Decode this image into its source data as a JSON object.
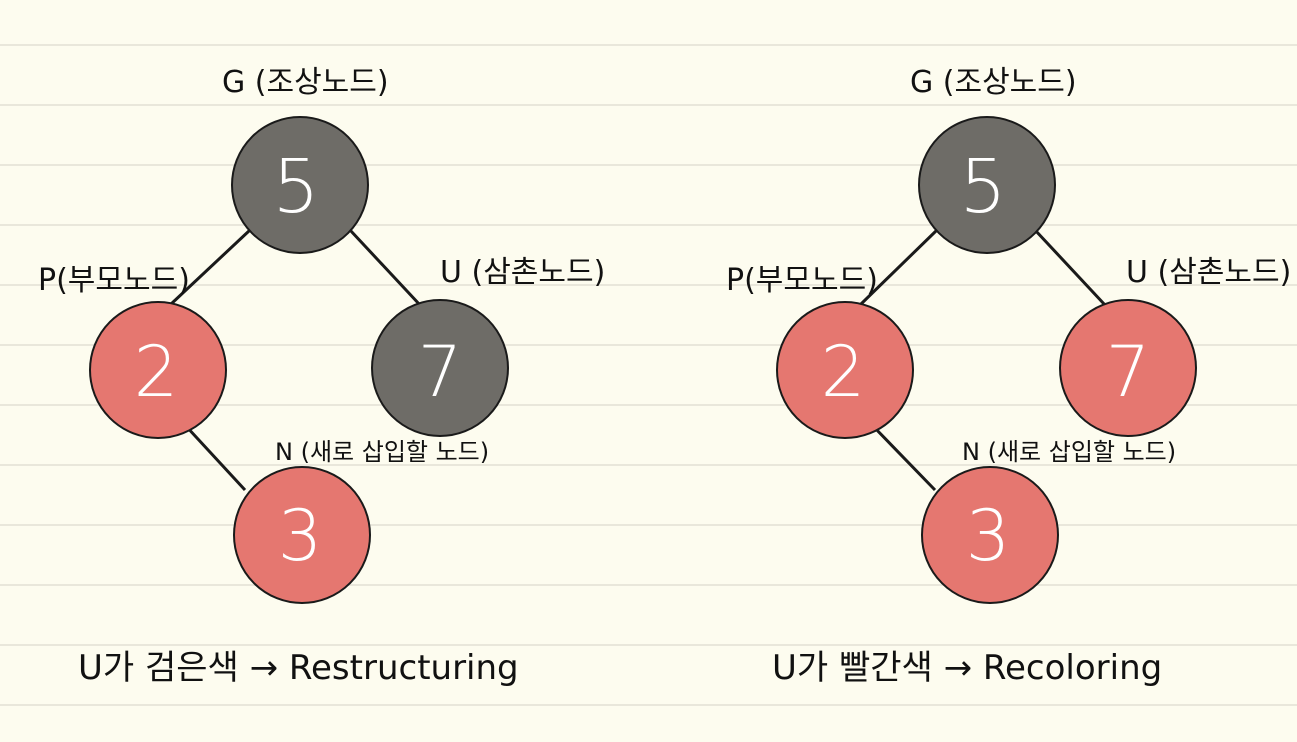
{
  "colors": {
    "black_node": "#6e6c67",
    "red_node": "#e57770",
    "paper": "#fdfcef",
    "rule": "#e9e7db",
    "edge": "#1a1a1a"
  },
  "left": {
    "g_label": "G (조상노드)",
    "p_label": "P(부모노드)",
    "u_label": "U (삼촌노드)",
    "n_label": "N (새로 삽입할 노드)",
    "g_value": "5",
    "p_value": "2",
    "u_value": "7",
    "n_value": "3",
    "caption": "U가 검은색 → Restructuring"
  },
  "right": {
    "g_label": "G (조상노드)",
    "p_label": "P(부모노드)",
    "u_label": "U (삼촌노드)",
    "n_label": "N (새로 삽입할 노드)",
    "g_value": "5",
    "p_value": "2",
    "u_value": "7",
    "n_value": "3",
    "caption": "U가 빨간색 → Recoloring"
  }
}
